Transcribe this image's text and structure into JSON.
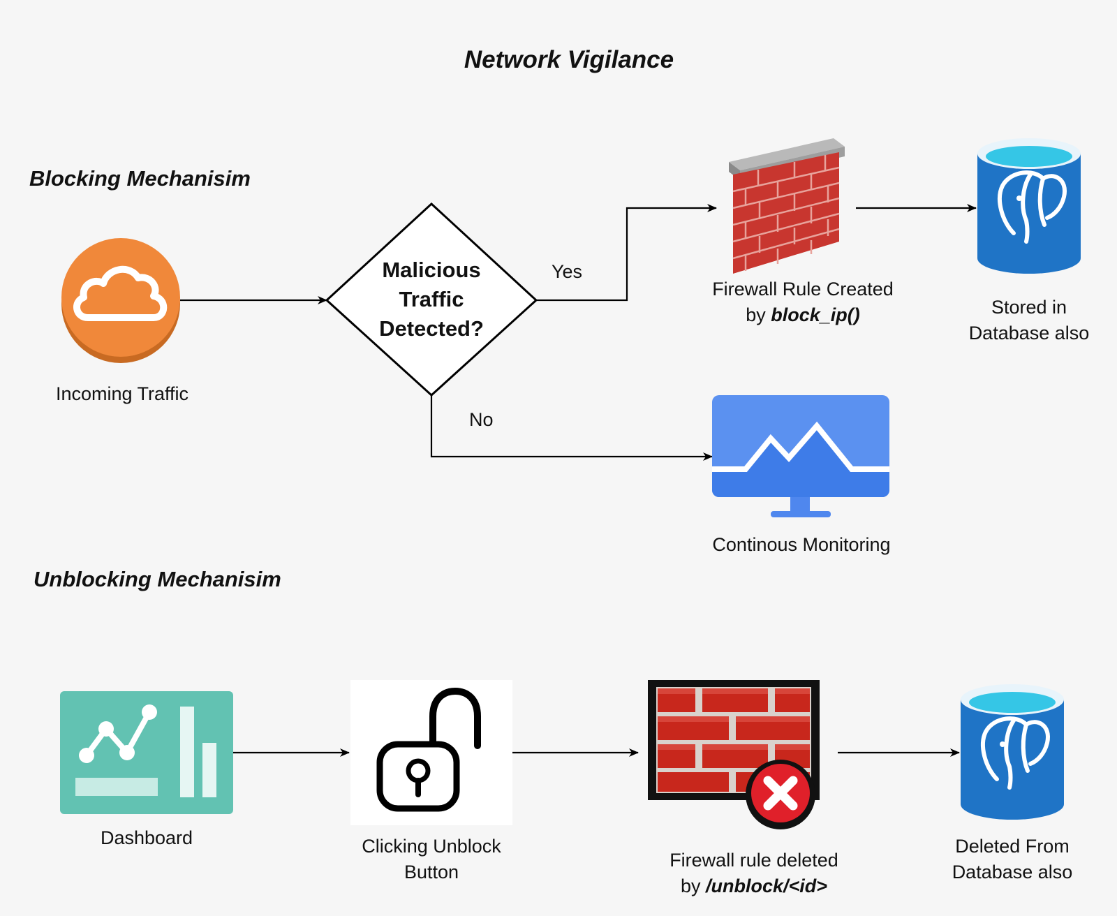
{
  "title": "Network Vigilance",
  "sections": {
    "blocking": "Blocking Mechanisim",
    "unblocking": "Unblocking Mechanisim"
  },
  "blocking": {
    "incoming": {
      "label": "Incoming Traffic",
      "icon": "cloud-icon"
    },
    "decision": {
      "line1": "Malicious",
      "line2": "Traffic",
      "line3": "Detected?"
    },
    "yes_label": "Yes",
    "no_label": "No",
    "firewall": {
      "line1": "Firewall Rule Created",
      "line2_prefix": "by ",
      "line2_code": "block_ip()",
      "icon": "firewall-icon"
    },
    "db": {
      "line1": "Stored in",
      "line2": "Database also",
      "icon": "postgres-database-icon"
    },
    "monitor": {
      "label": "Continous Monitoring",
      "icon": "monitor-icon"
    }
  },
  "unblocking": {
    "dashboard": {
      "label": "Dashboard",
      "icon": "dashboard-icon"
    },
    "unlock": {
      "line1": "Clicking Unblock",
      "line2": "Button",
      "icon": "open-padlock-icon"
    },
    "firewall_deleted": {
      "line1": "Firewall rule deleted",
      "line2_prefix": "by ",
      "line2_code": "/unblock/<id>",
      "icon": "firewall-delete-icon"
    },
    "db": {
      "line1": "Deleted From",
      "line2": "Database also",
      "icon": "postgres-database-icon"
    }
  },
  "colors": {
    "background": "#f6f6f6",
    "cloud": "#f0883a",
    "brick": "#c8362f",
    "database": "#1f74c6",
    "database_top": "#35c6e6",
    "monitor": "#5b91f0",
    "dashboard": "#5fbfae",
    "delete_badge": "#e0202a"
  }
}
